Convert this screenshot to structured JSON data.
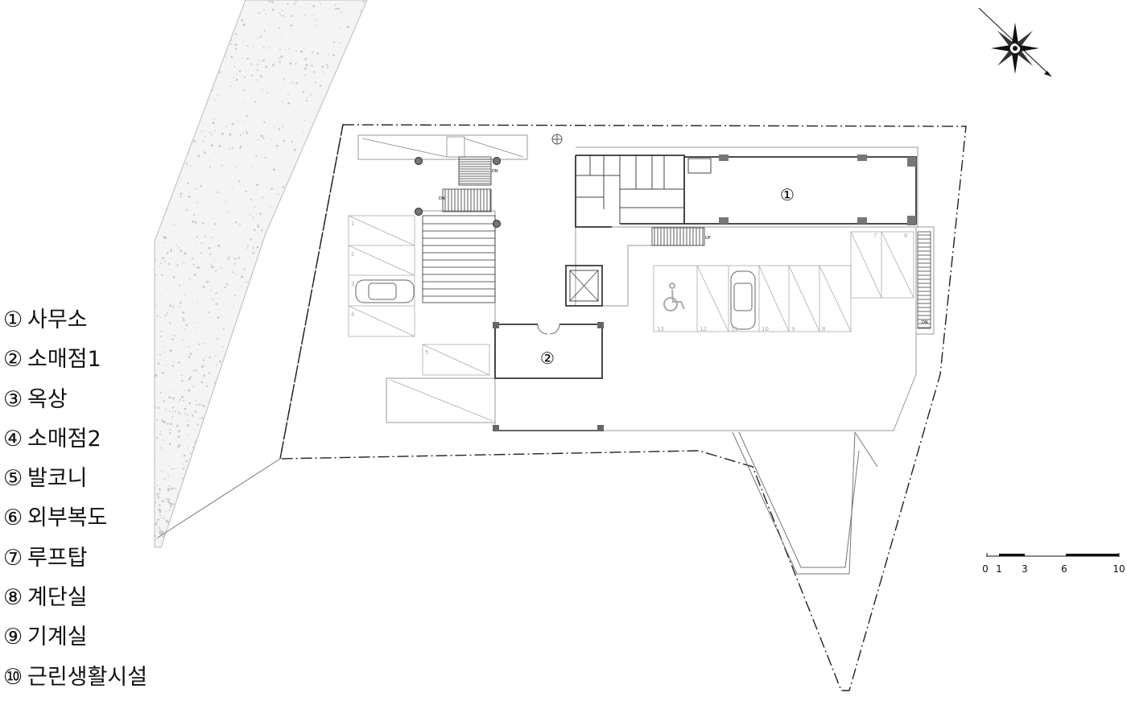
{
  "legend": [
    {
      "num": "①",
      "name": "사무소"
    },
    {
      "num": "②",
      "name": "소매점1"
    },
    {
      "num": "③",
      "name": "옥상"
    },
    {
      "num": "④",
      "name": "소매점2"
    },
    {
      "num": "⑤",
      "name": "발코니"
    },
    {
      "num": "⑥",
      "name": "외부복도"
    },
    {
      "num": "⑦",
      "name": "루프탑"
    },
    {
      "num": "⑧",
      "name": "계단실"
    },
    {
      "num": "⑨",
      "name": "기계실"
    },
    {
      "num": "⑩",
      "name": "근린생활시설"
    }
  ],
  "plan_labels": {
    "room1": "①",
    "room2": "②",
    "stair_up": "UP",
    "stair_dn": "DN",
    "stair_dn2": "DN",
    "stair_dn3": "DN"
  },
  "parking_numbers": [
    "1",
    "2",
    "3",
    "4",
    "5",
    "13",
    "12",
    "11",
    "10",
    "9",
    "8",
    "7",
    "6"
  ],
  "scale_bar": {
    "ticks": [
      "0",
      "1",
      "3",
      "6",
      "10"
    ]
  },
  "icons": {
    "north_arrow": "compass-rose-icon",
    "accessible": "wheelchair-icon",
    "car": "car-icon"
  }
}
